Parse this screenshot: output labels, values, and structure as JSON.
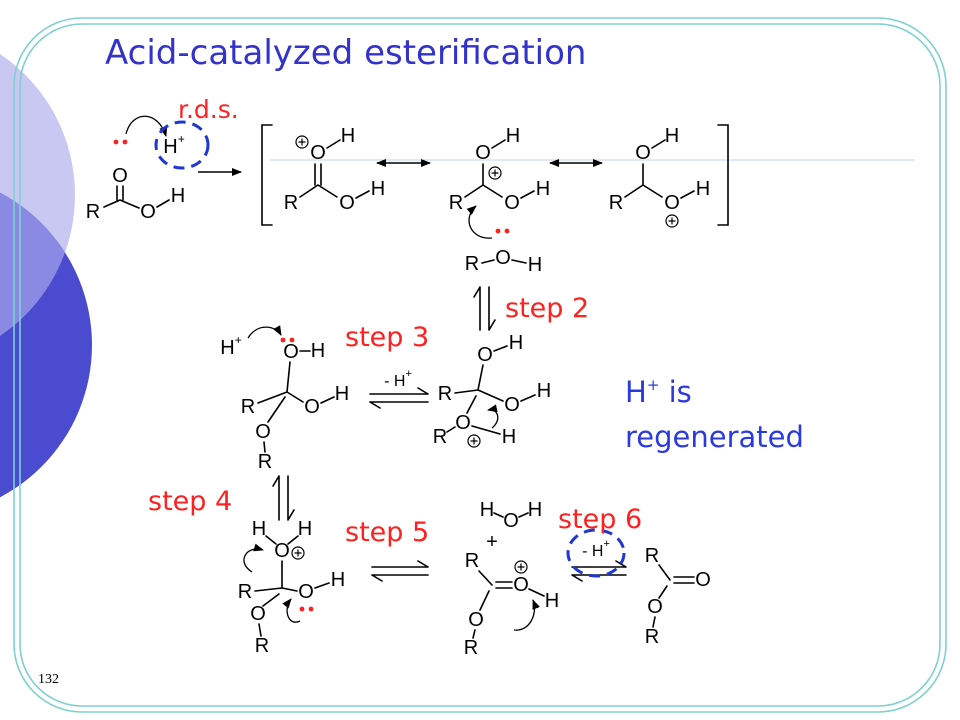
{
  "slide": {
    "title": "Acid-catalyzed esterification",
    "page_number": "132",
    "rds_label": "r.d.s.",
    "regeneration_note": {
      "ion_symbol": "H",
      "ion_charge": "+",
      "verb": " is",
      "line2": "regenerated"
    }
  },
  "steps": {
    "step2": "step 2",
    "step3": "step 3",
    "step4": "step 4",
    "step5": "step 5",
    "step6": "step 6"
  },
  "equilibrium_labels": {
    "step3": {
      "text": "- H",
      "charge": "+"
    },
    "step6": {
      "text": "- H",
      "charge": "+"
    }
  },
  "species": {
    "proton_catalyst": {
      "symbol": "H",
      "charge": "+"
    },
    "carboxylic_acid": [
      "O",
      "R",
      "O",
      "H"
    ],
    "resonance_1": [
      "O",
      "H",
      "R",
      "O",
      "H"
    ],
    "resonance_2": [
      "O",
      "H",
      "R",
      "O",
      "H"
    ],
    "resonance_3": [
      "O",
      "H",
      "R",
      "O",
      "H"
    ],
    "alcohol": [
      "O",
      "R",
      "H"
    ],
    "proton_step3": {
      "symbol": "H",
      "charge": "+"
    },
    "tetrahedral_intermediate": [
      "O",
      "H",
      "R",
      "O",
      "H",
      "O",
      "R"
    ],
    "protonated_tetrahedral_intermediate": [
      "O",
      "H",
      "R",
      "O",
      "H",
      "O",
      "R",
      "H"
    ],
    "protonated_hydroxyl_intermediate": [
      "H",
      "O",
      "H",
      "R",
      "O",
      "H",
      "O",
      "R"
    ],
    "water": [
      "H",
      "O",
      "H"
    ],
    "plus_sign": "+",
    "protonated_ester": [
      "R",
      "O",
      "H",
      "O",
      "R"
    ],
    "ester": [
      "R",
      "O",
      "O",
      "R"
    ]
  },
  "colors": {
    "title": "#3333cc",
    "step_label": "#ff2020",
    "note": "#2a3ae0",
    "highlight_ring": "#1f37d1",
    "lone_pair": "#ff2020",
    "frame": "#7fd0d0",
    "circle_light": "#c8c8f2",
    "circle_dark": "#4b4bd0",
    "circle_overlap": "#8a8ae4"
  }
}
